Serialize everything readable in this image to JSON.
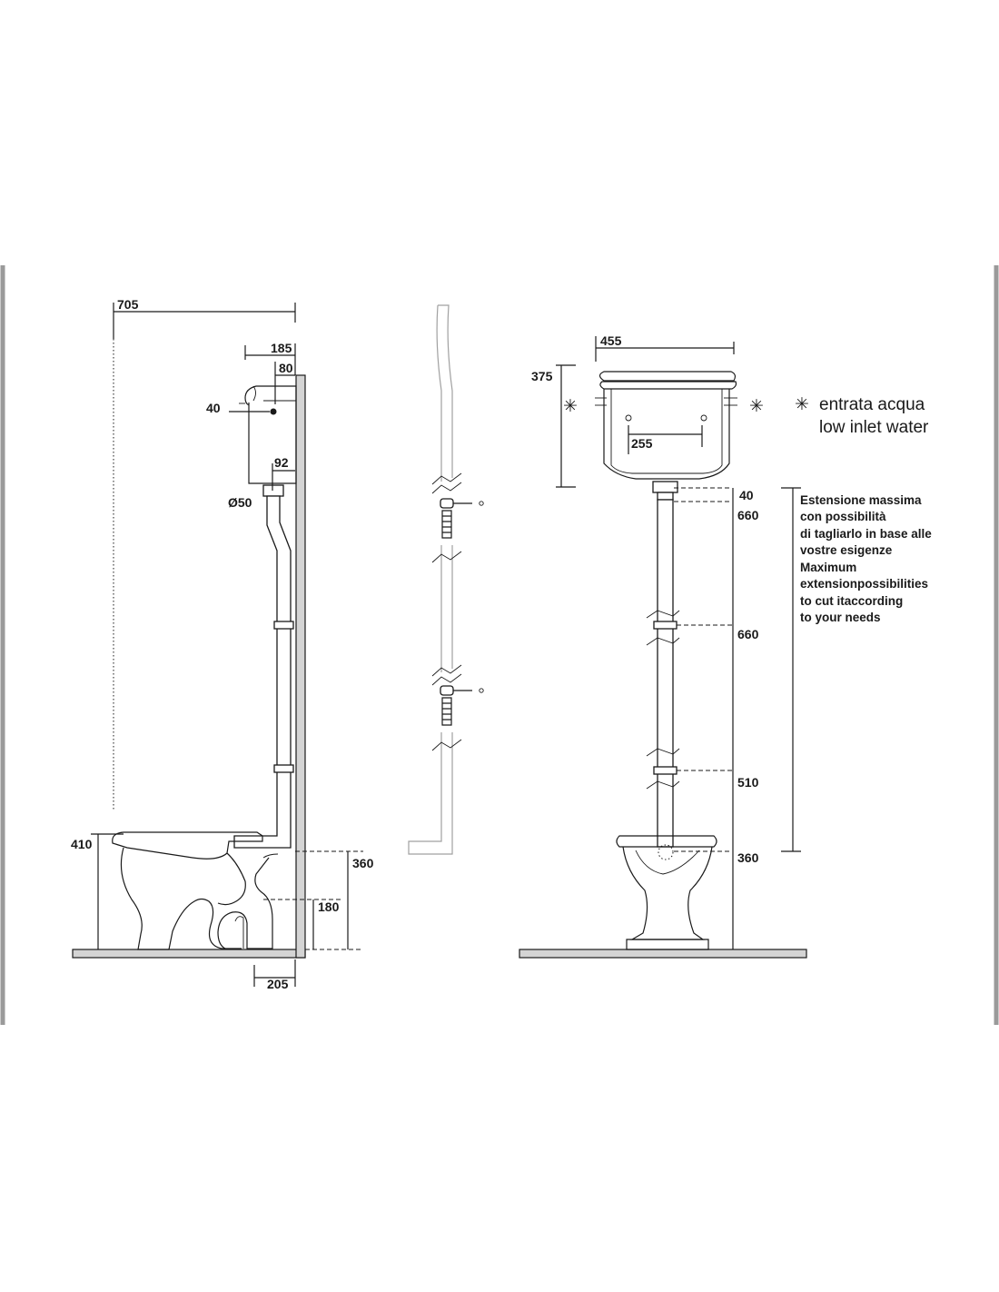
{
  "side_view": {
    "overall_width": "705",
    "cistern_depth": "185",
    "cistern_offset": "80",
    "inlet_height": "40",
    "outlet_offset": "92",
    "pipe_diameter": "Ø50",
    "bowl_height": "410",
    "outlet_height": "360",
    "trap_height": "180",
    "wall_distance": "205"
  },
  "front_view": {
    "cistern_width": "455",
    "cistern_height": "375",
    "fixing_centers": "255",
    "offset_top": "40",
    "section_1": "660",
    "section_2": "660",
    "section_3": "510",
    "bowl_connection": "360"
  },
  "legend": {
    "symbol": "✳",
    "line_it": "entrata acqua",
    "line_en": "low inlet water"
  },
  "extension_note": {
    "lines": [
      "Estensione massima",
      "con possibilità",
      "di tagliarlo in base alle",
      "vostre esigenze",
      "Maximum",
      "extensionpossibilities",
      "to cut itaccording",
      "to your needs"
    ]
  }
}
